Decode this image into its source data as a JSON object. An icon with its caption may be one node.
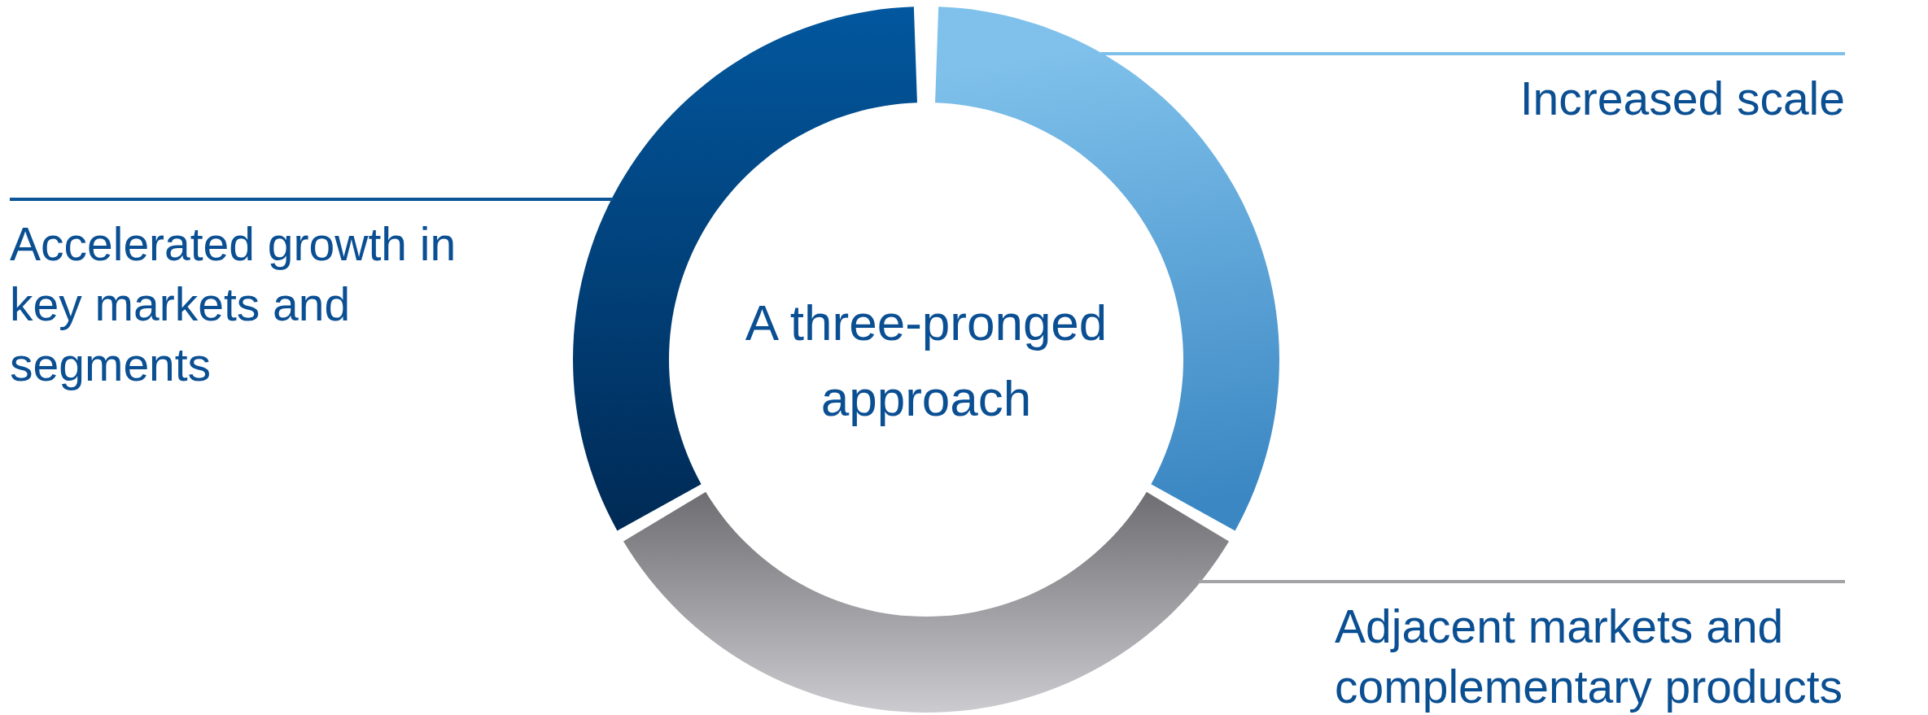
{
  "diagram": {
    "nodes": [
      {
        "text": [
          "Accelerated growth in key markets and segments"
        ]
      },
      {
        "text": [],
        "shape": "arc"
      },
      {
        "text": [
          "Increased scale"
        ]
      },
      {
        "text": [],
        "shape": "arc"
      },
      {
        "text": [
          "Adjacent markets and complementary products"
        ]
      },
      {
        "text": [],
        "shape": "arc"
      }
    ],
    "edges": [
      {
        "from": 0,
        "to": 1,
        "arrow": "none"
      },
      {
        "from": 2,
        "to": 3,
        "arrow": "none",
        "color": "#7fc0ea"
      },
      {
        "from": 4,
        "to": 5,
        "arrow": "none",
        "color": "#a3a3a6"
      }
    ],
    "labels": [
      "A three-pronged approach"
    ]
  }
}
